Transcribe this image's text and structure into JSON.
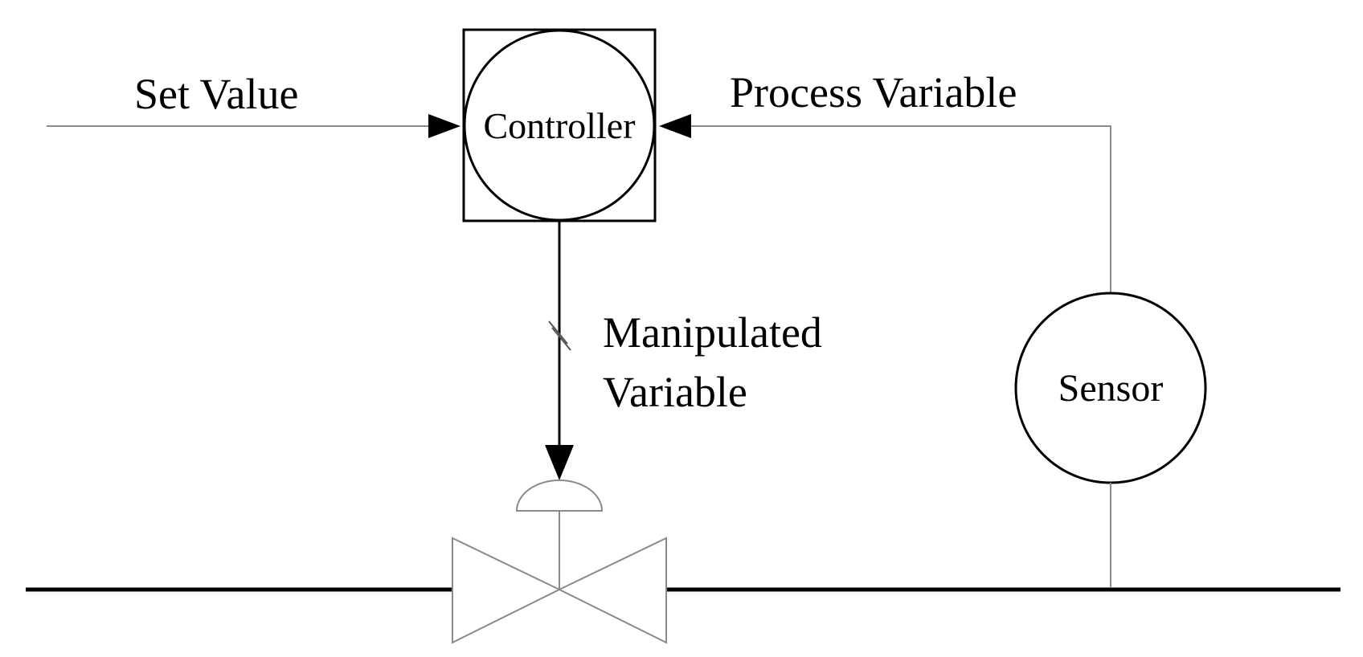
{
  "diagram": {
    "labels": {
      "set_value": "Set Value",
      "process_variable": "Process Variable",
      "controller": "Controller",
      "manipulated_line1": "Manipulated",
      "manipulated_line2": "Variable",
      "sensor": "Sensor"
    },
    "colors": {
      "heavy_line": "#000000",
      "light_line": "#8a8a8a",
      "background": "#ffffff"
    }
  }
}
